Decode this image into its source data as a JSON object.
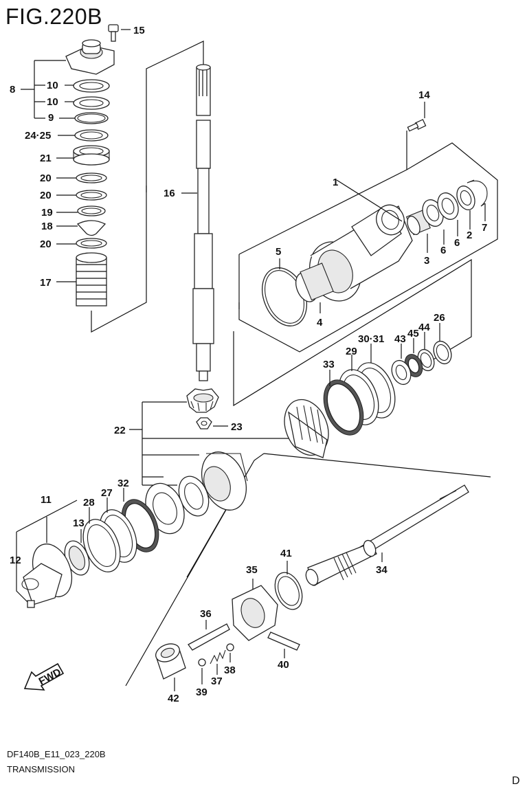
{
  "figure": {
    "title": "FIG.220B",
    "code": "DF140B_E11_023_220B",
    "name": "TRANSMISSION",
    "corner_mark": "D",
    "fwd_label": "FWD"
  },
  "callouts": {
    "p1": "1",
    "p2": "2",
    "p3": "3",
    "p4": "4",
    "p5": "5",
    "p6a": "6",
    "p6b": "6",
    "p7": "7",
    "p8": "8",
    "p9": "9",
    "p10a": "10",
    "p10b": "10",
    "p11": "11",
    "p12": "12",
    "p13": "13",
    "p14": "14",
    "p15": "15",
    "p16": "16",
    "p17": "17",
    "p18": "18",
    "p19": "19",
    "p20a": "20",
    "p20b": "20",
    "p20c": "20",
    "p21": "21",
    "p22": "22",
    "p23": "23",
    "p2425": "24·25",
    "p26": "26",
    "p27": "27",
    "p28": "28",
    "p29": "29",
    "p3031": "30·31",
    "p32": "32",
    "p33": "33",
    "p34": "34",
    "p35": "35",
    "p36": "36",
    "p37": "37",
    "p38": "38",
    "p39": "39",
    "p40": "40",
    "p41": "41",
    "p42": "42",
    "p43": "43",
    "p44": "44",
    "p45": "45"
  }
}
